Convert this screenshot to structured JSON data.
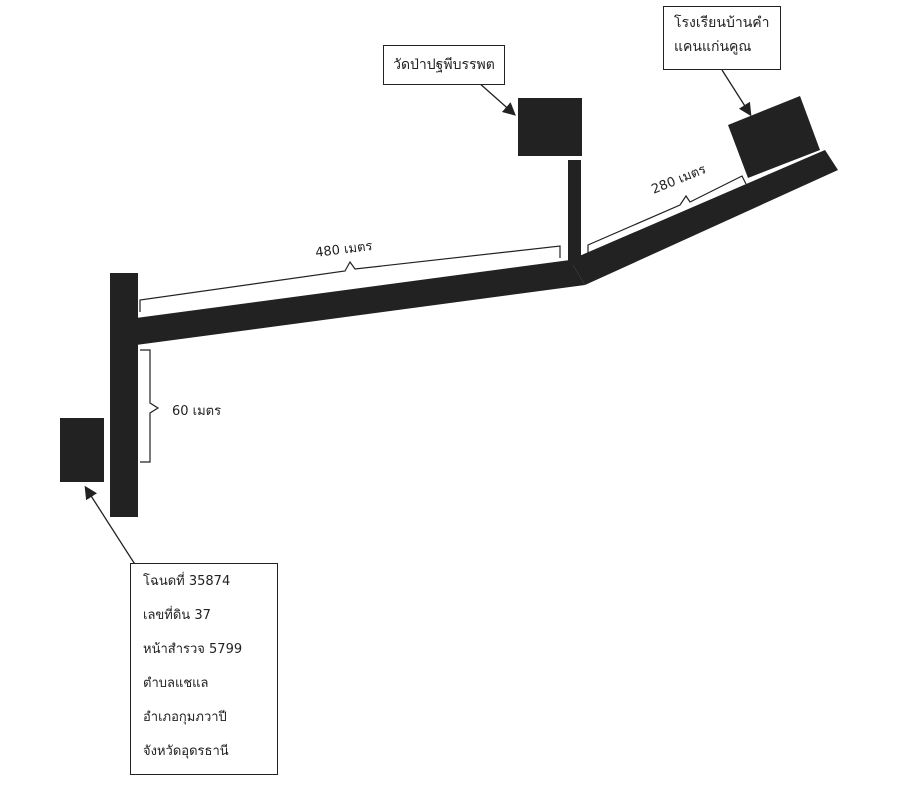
{
  "colors": {
    "road": "#222222",
    "building": "#222222",
    "line": "#222222"
  },
  "landmarks": {
    "temple": {
      "label": "วัดป่าปฐพีบรรพต"
    },
    "school": {
      "label_lines": [
        "โรงเรียนบ้านคำ",
        "แคนแก่นคูณ"
      ]
    },
    "land_plot": {
      "lines": [
        "โฉนดที่ 35874",
        "เลขที่ดิน 37",
        "หน้าสำรวจ 5799",
        "ตำบลแชแล",
        "อำเภอกุมภวาปี",
        "จังหวัดอุดรธานี"
      ]
    }
  },
  "distances": {
    "main_road": "480 เมตร",
    "east_road": "280 เมตร",
    "side_road": "60 เมตร"
  }
}
